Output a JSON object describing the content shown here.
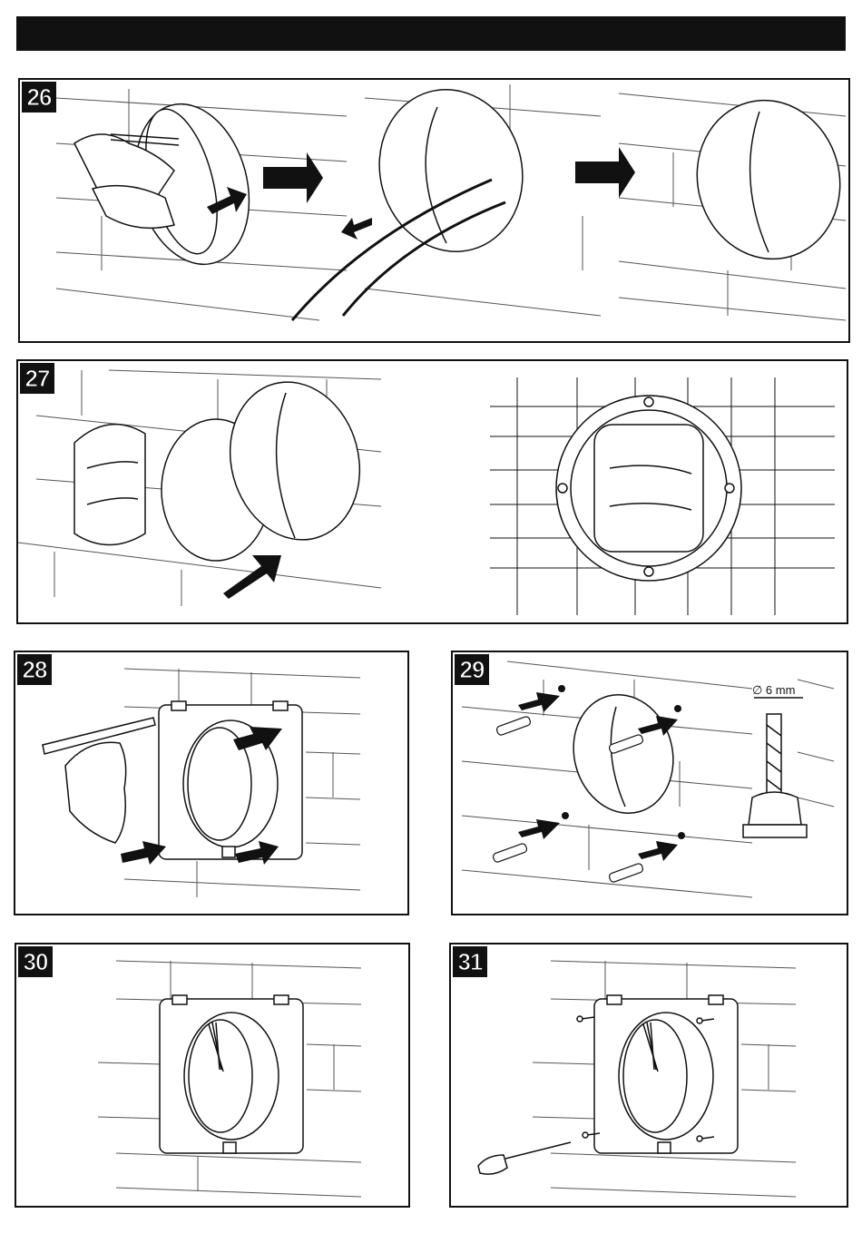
{
  "header": {
    "bar_color": "#111111"
  },
  "steps": [
    {
      "number": "26",
      "scene": "connect-wires-and-close-cover"
    },
    {
      "number": "27",
      "scene": "remove-cover-and-mount-plate"
    },
    {
      "number": "28",
      "scene": "mark-drill-holes"
    },
    {
      "number": "29",
      "scene": "drill-holes-insert-dowels",
      "drill_label": "∅ 6 mm"
    },
    {
      "number": "30",
      "scene": "place-mounting-plate"
    },
    {
      "number": "31",
      "scene": "screw-plate-to-wall"
    }
  ],
  "colors": {
    "line": "#111111",
    "brick": "#555555",
    "arrow": "#111111"
  }
}
